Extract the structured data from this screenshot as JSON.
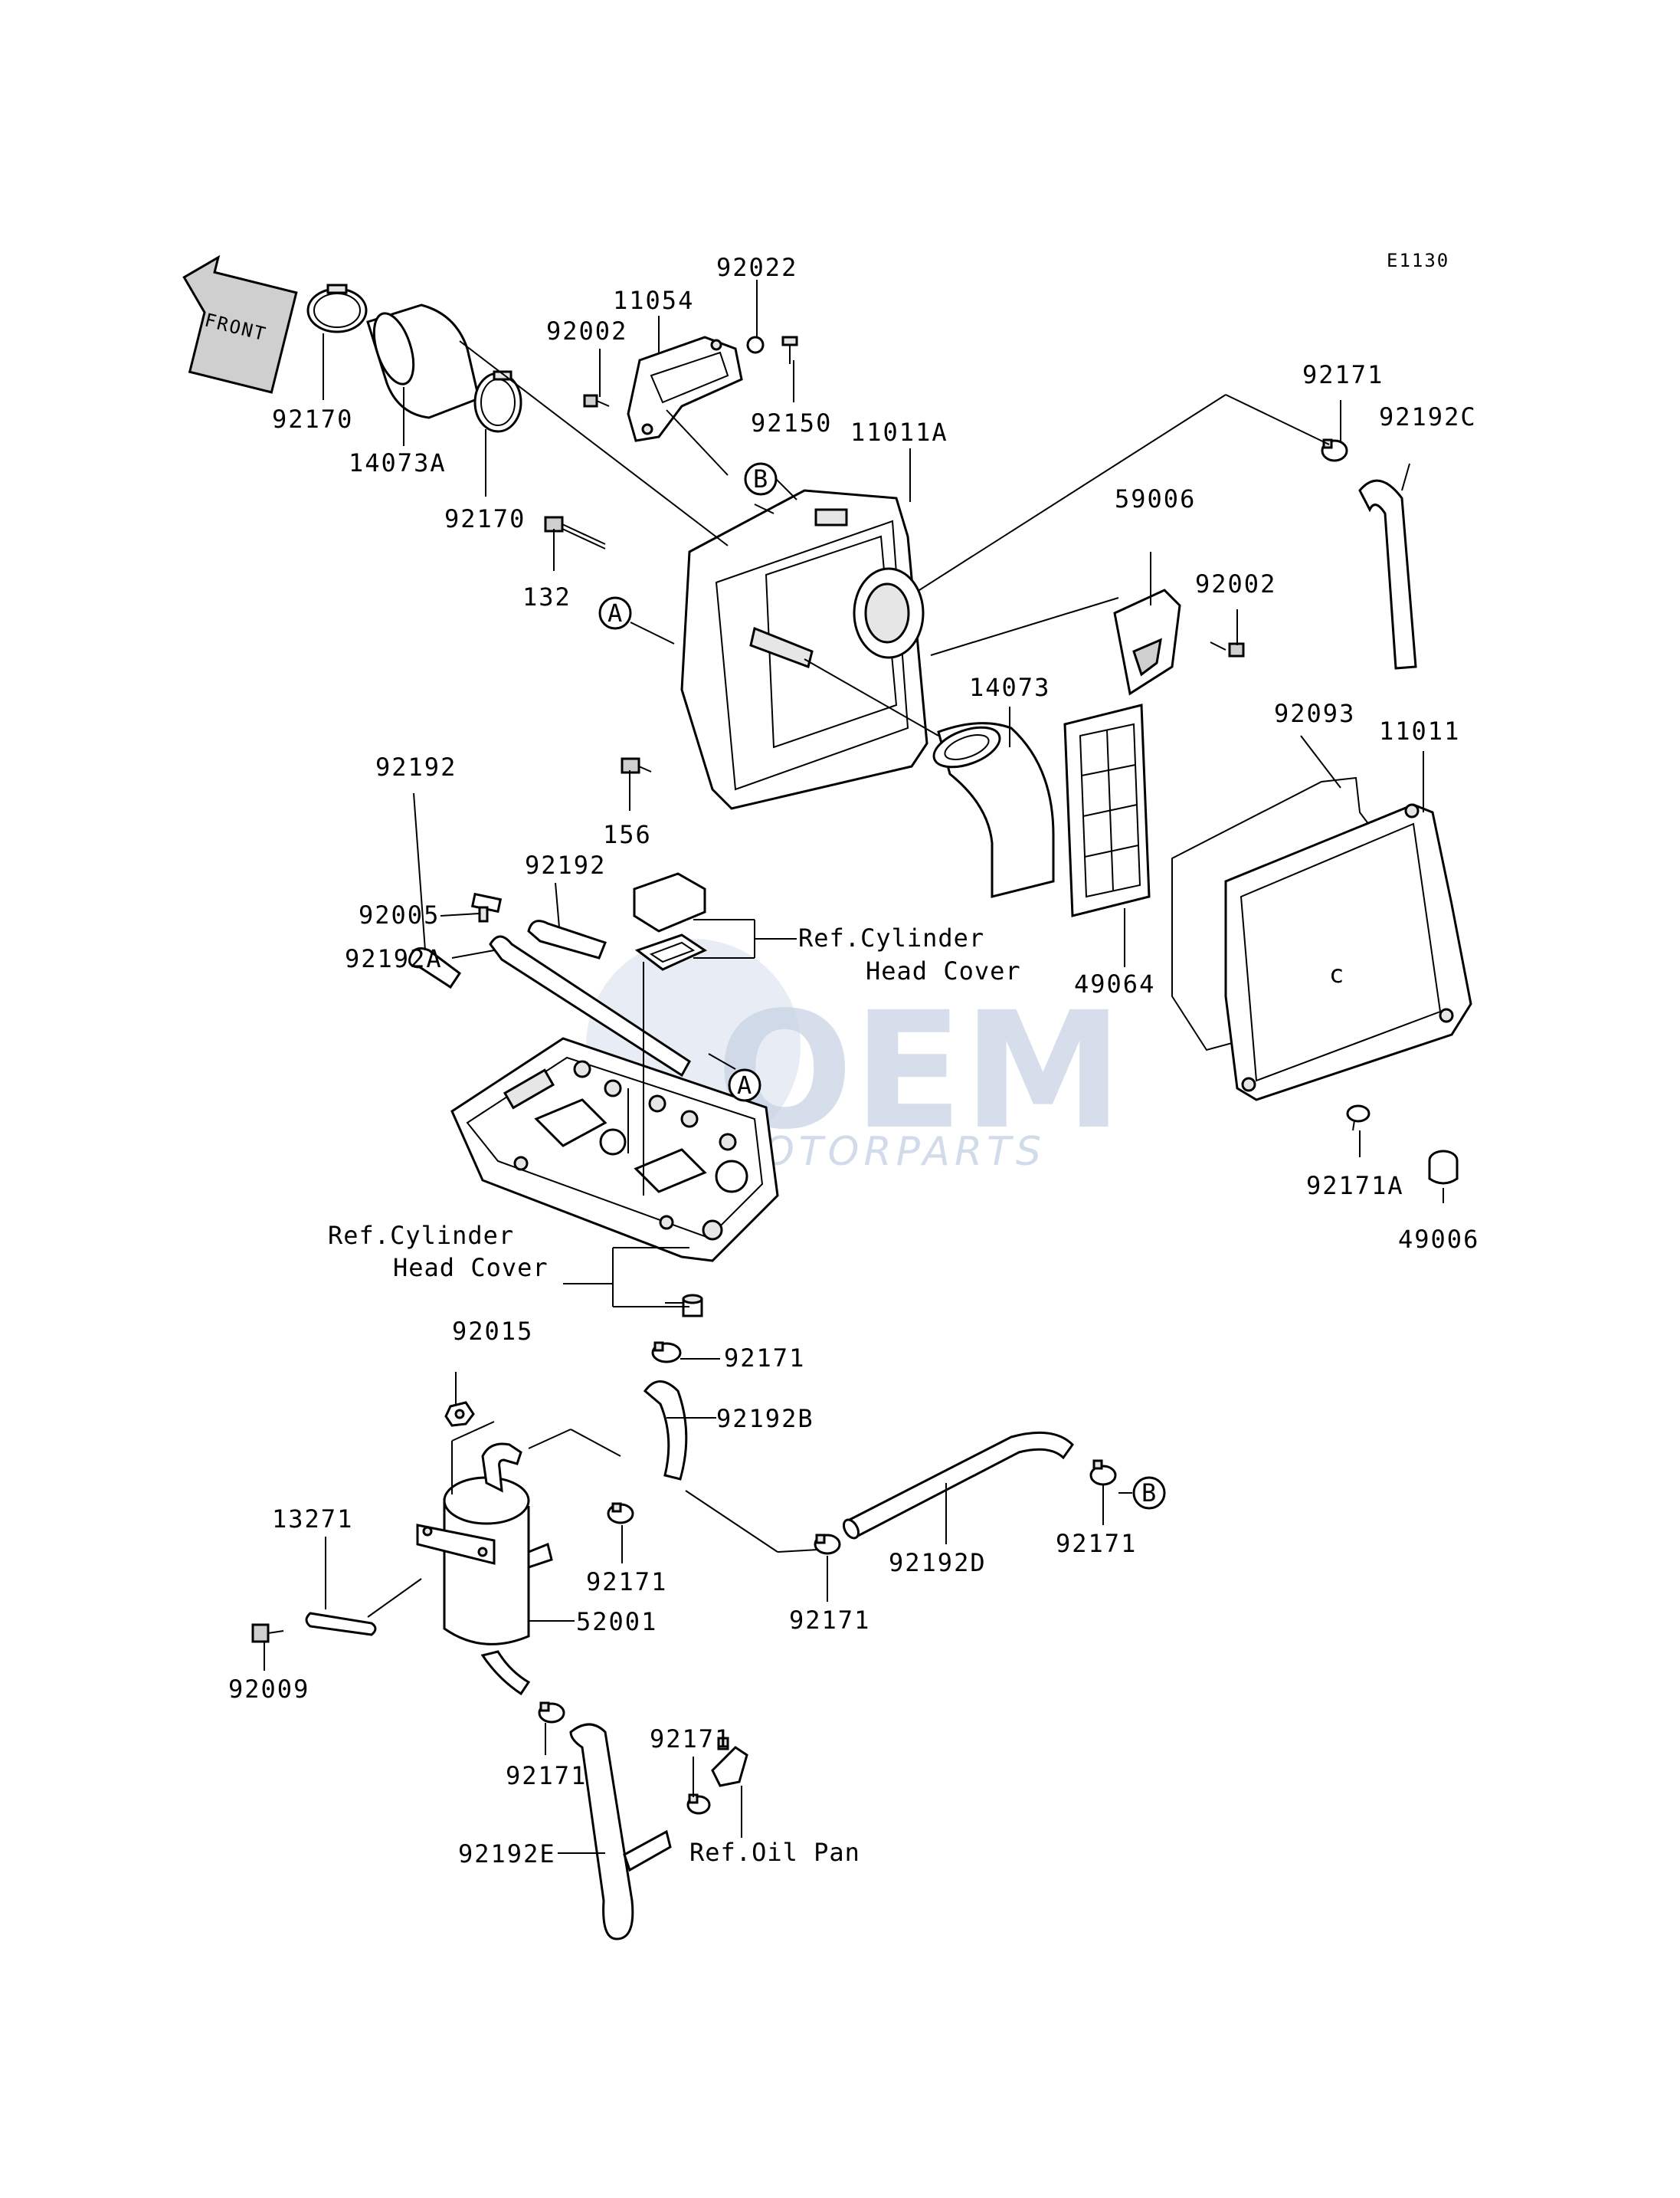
{
  "diagram_code": "E1130",
  "front_arrow": "FRONT",
  "watermark": {
    "logo": "OEM",
    "sub": "MOTORPARTS"
  },
  "markers": {
    "a": "A",
    "b": "B"
  },
  "parts": {
    "p92170_top": "92170",
    "p14073A": "14073A",
    "p92170_mid": "92170",
    "p11054": "11054",
    "p92022": "92022",
    "p92002_top": "92002",
    "p92150": "92150",
    "p11011A": "11011A",
    "p132": "132",
    "p156": "156",
    "p92171_top": "92171",
    "p92192C": "92192C",
    "p59006": "59006",
    "p92002_right": "92002",
    "p14073": "14073",
    "p92093": "92093",
    "p11011": "11011",
    "p49064": "49064",
    "p92171A": "92171A",
    "p49006": "49006",
    "p92192_left": "92192",
    "p92192_mid": "92192",
    "p92005": "92005",
    "p92192A": "92192A",
    "p92015": "92015",
    "p92171_a": "92171",
    "p92192B": "92192B",
    "p13271": "13271",
    "p92171_b": "92171",
    "p52001": "52001",
    "p92009": "92009",
    "p92192D": "92192D",
    "p92171_c": "92171",
    "p92171_d": "92171",
    "p92171_e": "92171",
    "p92171_f": "92171",
    "p92192E": "92192E"
  },
  "references": {
    "cyl_head_top_1": "Ref.Cylinder",
    "cyl_head_top_2": "Head Cover",
    "cyl_head_bot_1": "Ref.Cylinder",
    "cyl_head_bot_2": "Head Cover",
    "oil_pan": "Ref.Oil Pan"
  }
}
